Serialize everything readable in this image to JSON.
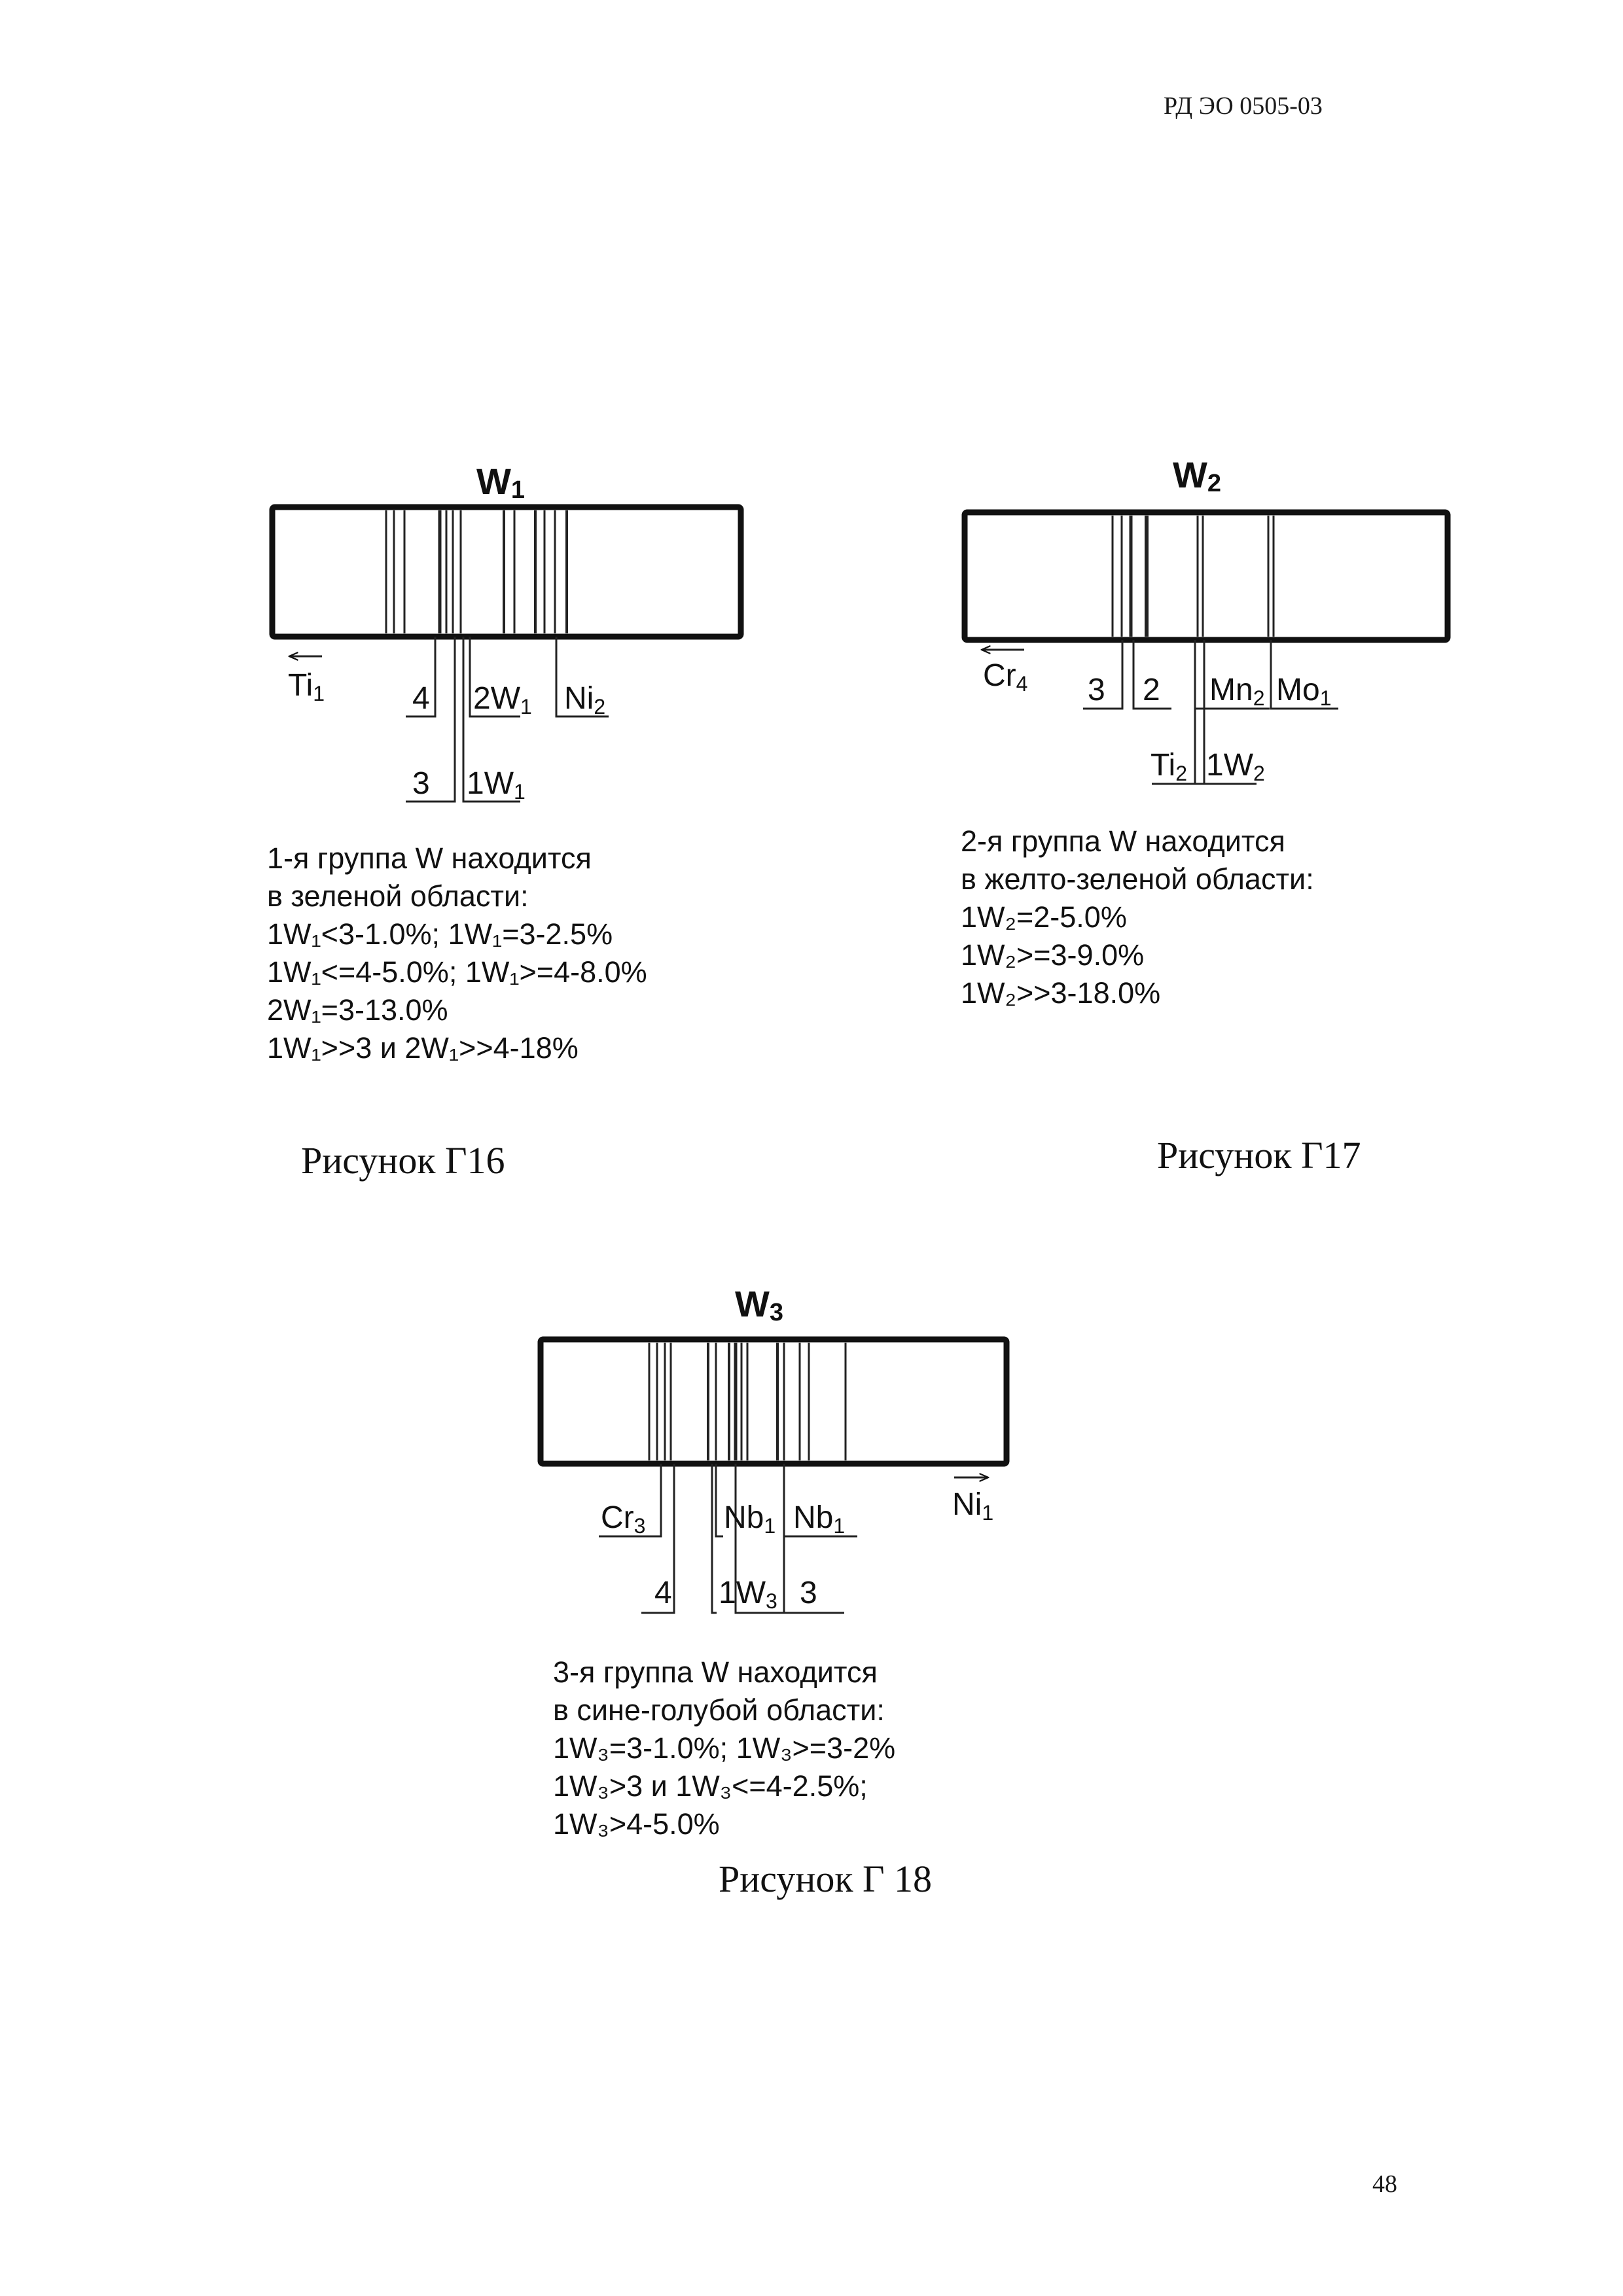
{
  "header": {
    "doc_code": "РД ЭО 0505-03"
  },
  "footer": {
    "page_number": "48"
  },
  "figures": [
    {
      "title": "W",
      "title_sub": "1",
      "labels": {
        "ti": "Ti",
        "ti_sub": "1",
        "four": "4",
        "w2": "2W",
        "w2_sub": "1",
        "ni": "Ni",
        "ni_sub": "2",
        "three": "3",
        "w1": "1W",
        "w1_sub": "1"
      },
      "description": [
        "1-я группа W находится",
        "в зеленой области:",
        "1W₁<3-1.0%; 1W₁=3-2.5%",
        "1W₁<=4-5.0%; 1W₁>=4-8.0%",
        "2W₁=3-13.0%",
        "1W₁>>3 и 2W₁>>4-18%"
      ],
      "caption": "Рисунок Г16"
    },
    {
      "title": "W",
      "title_sub": "2",
      "labels": {
        "cr": "Cr",
        "cr_sub": "4",
        "three": "3",
        "two": "2",
        "mn": "Mn",
        "mn_sub": "2",
        "mo": "Mo",
        "mo_sub": "1",
        "ti": "Ti",
        "ti_sub": "2",
        "w": "1W",
        "w_sub": "2"
      },
      "description": [
        "2-я группа W находится",
        "в желто-зеленой области:",
        "1W₂=2-5.0%",
        "1W₂>=3-9.0%",
        "1W₂>>3-18.0%"
      ],
      "caption": "Рисунок Г17"
    },
    {
      "title": "W",
      "title_sub": "3",
      "labels": {
        "cr": "Cr",
        "cr_sub": "3",
        "nb_a": "Nb",
        "nb_a_sub": "1",
        "nb_b": "Nb",
        "nb_b_sub": "1",
        "ni": "Ni",
        "ni_sub": "1",
        "four": "4",
        "w": "1W",
        "w_sub": "3",
        "three": "3"
      },
      "description": [
        "3-я группа W находится",
        "в сине-голубой области:",
        "1W₃=3-1.0%; 1W₃>=3-2%",
        "1W₃>3 и 1W₃<=4-2.5%;",
        "1W₃>4-5.0%"
      ],
      "caption": "Рисунок Г 18"
    }
  ]
}
